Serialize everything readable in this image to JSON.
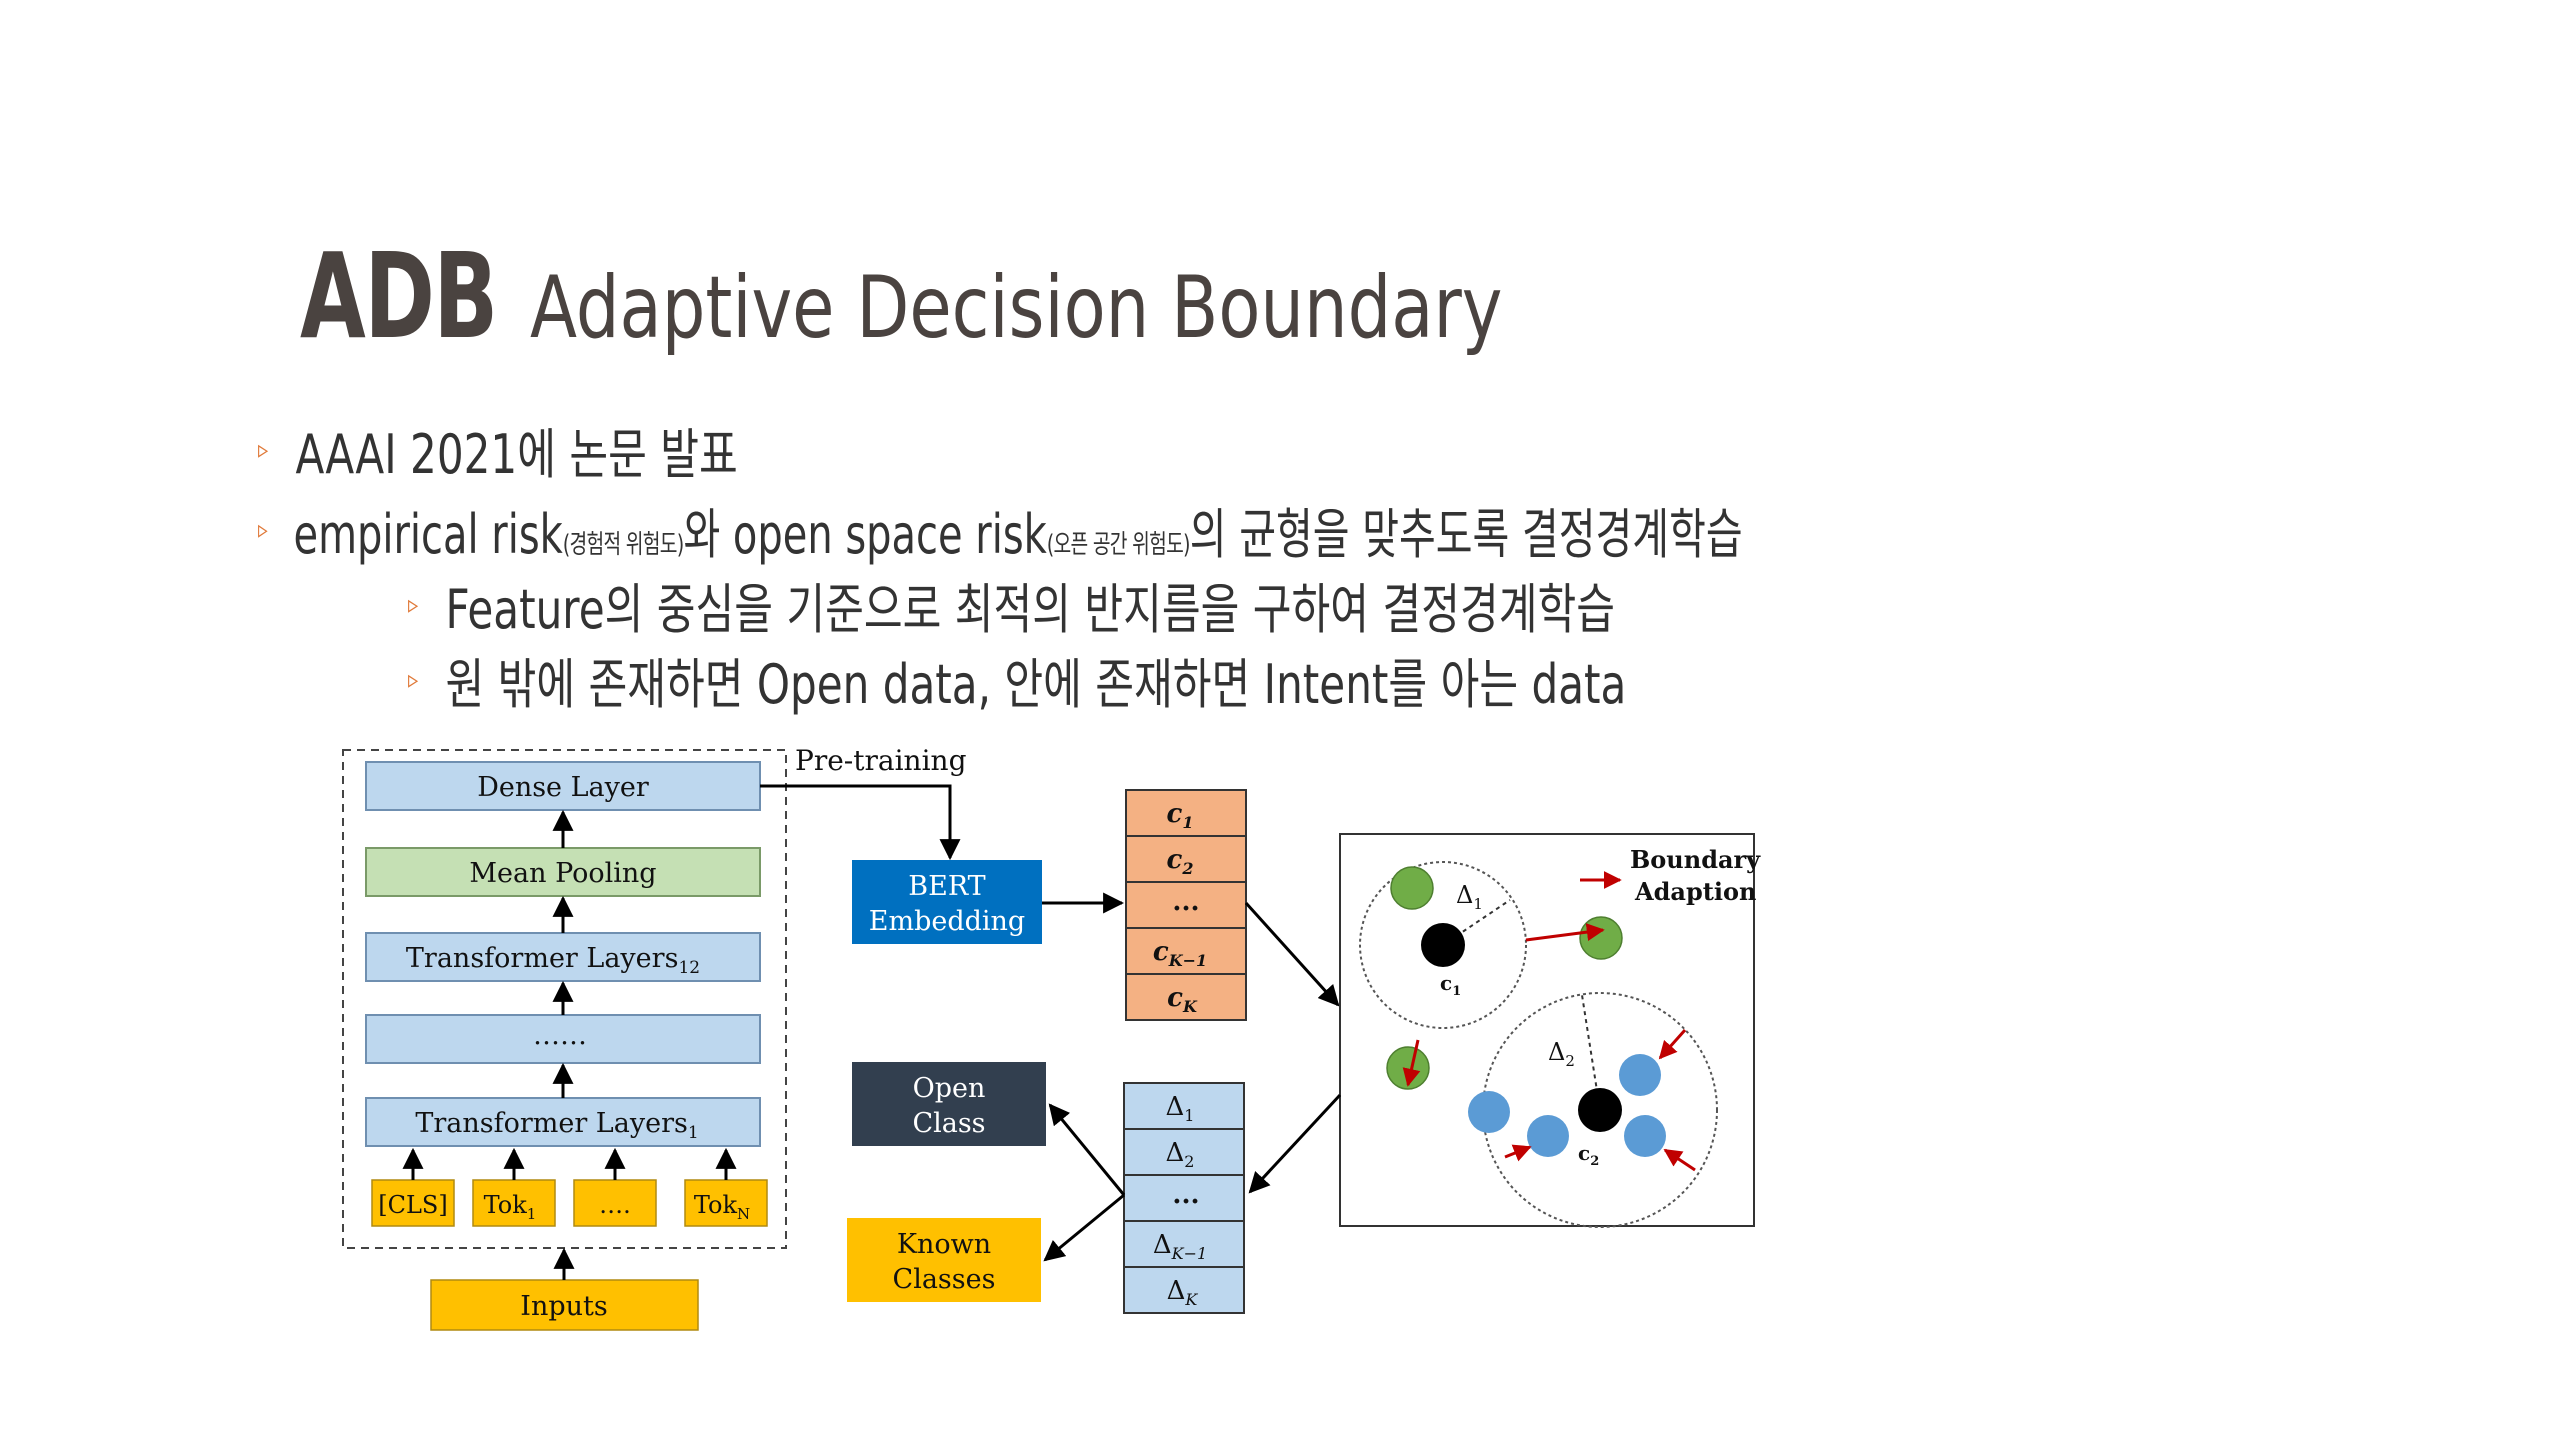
{
  "title": {
    "main": "ADB",
    "sub": "Adaptive Decision Boundary"
  },
  "bullets": [
    {
      "text": "AAAI 2021에 논문 발표"
    },
    {
      "pre": "empirical risk",
      "pre_note": "(경험적 위험도)",
      "mid": "와 open space risk",
      "mid_note": "(오픈 공간 위험도)",
      "post": "의 균형을 맞추도록 결정경계학습"
    },
    {
      "text": "Feature의 중심을 기준으로 최적의 반지름을 구하여 결정경계학습"
    },
    {
      "text": "원 밖에 존재하면 Open data, 안에 존재하면 Intent를 아는 data"
    }
  ],
  "bullet_marker": "▹",
  "diagram": {
    "pretraining_label": "Pre-training",
    "stack": {
      "dense": "Dense Layer",
      "pooling": "Mean Pooling",
      "transformer12": "Transformer Layers",
      "transformer12_sub": "12",
      "dots": "……",
      "transformer1": "Transformer Layers",
      "transformer1_sub": "1"
    },
    "tokens": [
      {
        "label": "[CLS]",
        "sub": ""
      },
      {
        "label": "Tok",
        "sub": "1"
      },
      {
        "label": "….",
        "sub": ""
      },
      {
        "label": "Tok",
        "sub": "N"
      }
    ],
    "inputs": "Inputs",
    "bert": [
      "BERT",
      "Embedding"
    ],
    "centroids": [
      {
        "label": "c",
        "sub": "1"
      },
      {
        "label": "c",
        "sub": "2"
      },
      {
        "label": "...",
        "sub": ""
      },
      {
        "label": "c",
        "sub": "K−1"
      },
      {
        "label": "c",
        "sub": "K"
      }
    ],
    "deltas": [
      {
        "label": "Δ",
        "sub": "1"
      },
      {
        "label": "Δ",
        "sub": "2"
      },
      {
        "label": "...",
        "sub": ""
      },
      {
        "label": "Δ",
        "sub": "K−1"
      },
      {
        "label": "Δ",
        "sub": "K"
      }
    ],
    "open_class": [
      "Open",
      "Class"
    ],
    "known_classes": [
      "Known",
      "Classes"
    ],
    "legend": [
      "Boundary",
      "Adaption"
    ],
    "cluster_labels": {
      "c1": "c",
      "c1_sub": "1",
      "c2": "c",
      "c2_sub": "2",
      "d1": "Δ",
      "d1_sub": "1",
      "d2": "Δ",
      "d2_sub": "2"
    },
    "colors": {
      "blue_box": "#bdd7ee",
      "green_box": "#c5e0b4",
      "orange_box": "#f4b183",
      "bert": "#0070c0",
      "open": "#323f4f",
      "known": "#ffc000",
      "green_dot": "#70ad47",
      "blue_dot": "#5b9bd5",
      "arrow_red": "#c00000"
    }
  }
}
